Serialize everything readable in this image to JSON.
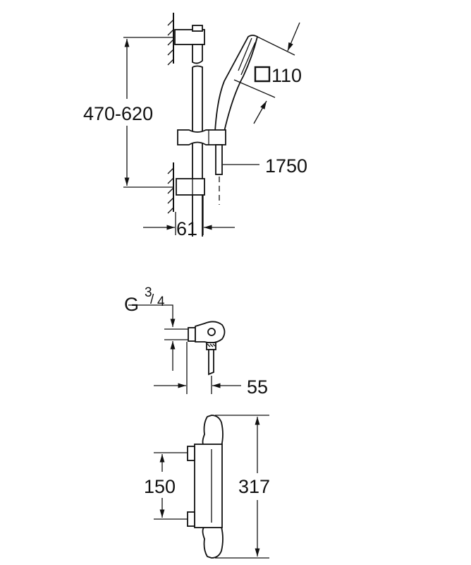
{
  "shower_rail_set": {
    "height_range": "470-620",
    "head_size_label": "110",
    "hose_length": "1750",
    "depth": "61"
  },
  "connection": {
    "thread_letter": "G",
    "thread_numerator": "3",
    "thread_denominator": "4",
    "offset": "55"
  },
  "thermostat": {
    "inlet_spacing": "150",
    "total_length": "317"
  }
}
